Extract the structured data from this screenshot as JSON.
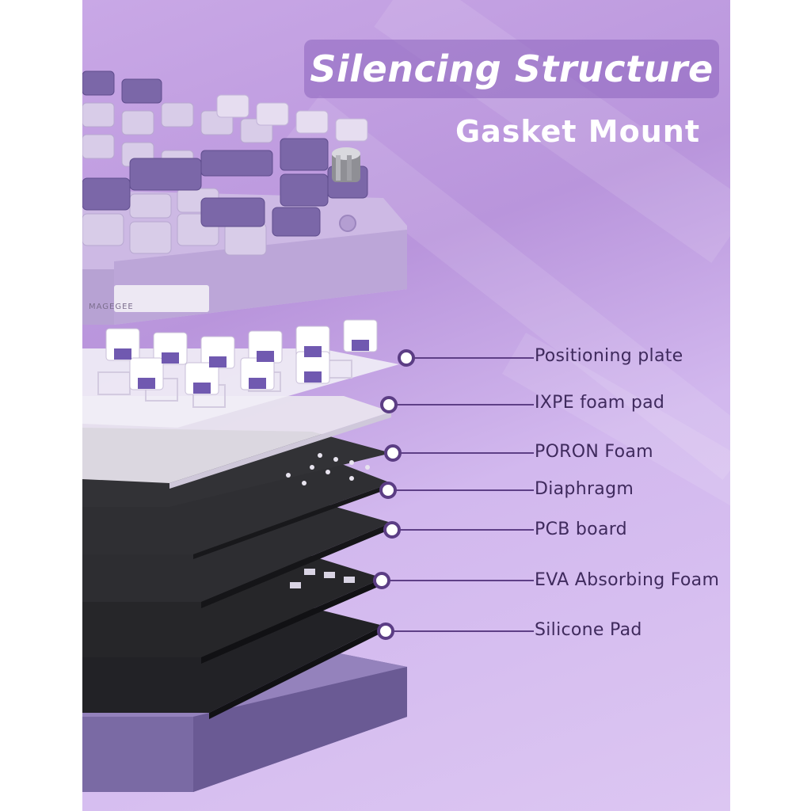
{
  "header": {
    "title": "Silencing Structure",
    "subtitle": "Gasket Mount"
  },
  "brand": {
    "logo_text": "MAGEGEE"
  },
  "layers": [
    {
      "label": "Positioning plate"
    },
    {
      "label": "IXPE foam pad"
    },
    {
      "label": "PORON Foam"
    },
    {
      "label": "Diaphragm"
    },
    {
      "label": "PCB board"
    },
    {
      "label": "EVA Absorbing Foam"
    },
    {
      "label": "Silicone Pad"
    }
  ],
  "colors": {
    "background": "#c9a8e6",
    "keycap_dark": "#7b67a8",
    "keycap_light": "#d8cce8",
    "case": "#cdb9e4",
    "bottom_case": "#7a6aa4",
    "foam_dark": "#2b2b2f",
    "plate_white": "#eeeaf3",
    "callout_line": "#5e3f86"
  }
}
